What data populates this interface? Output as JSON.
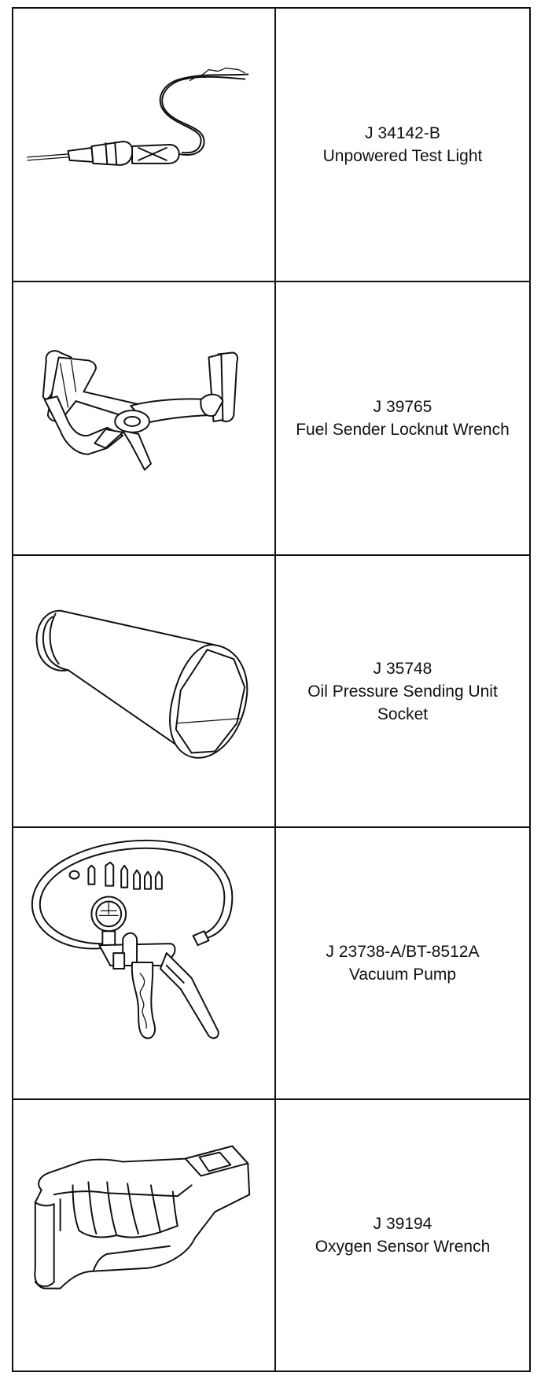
{
  "tools": [
    {
      "number": "J 34142-B",
      "name": "Unpowered Test Light",
      "icon": "test-light-icon"
    },
    {
      "number": "J 39765",
      "name": "Fuel Sender Locknut Wrench",
      "icon": "locknut-wrench-icon"
    },
    {
      "number": "J 35748",
      "name": "Oil Pressure Sending Unit Socket",
      "icon": "socket-icon"
    },
    {
      "number": "J 23738-A/BT-8512A",
      "name": "Vacuum Pump",
      "icon": "vacuum-pump-icon"
    },
    {
      "number": "J 39194",
      "name": "Oxygen Sensor Wrench",
      "icon": "oxygen-sensor-wrench-icon"
    }
  ]
}
